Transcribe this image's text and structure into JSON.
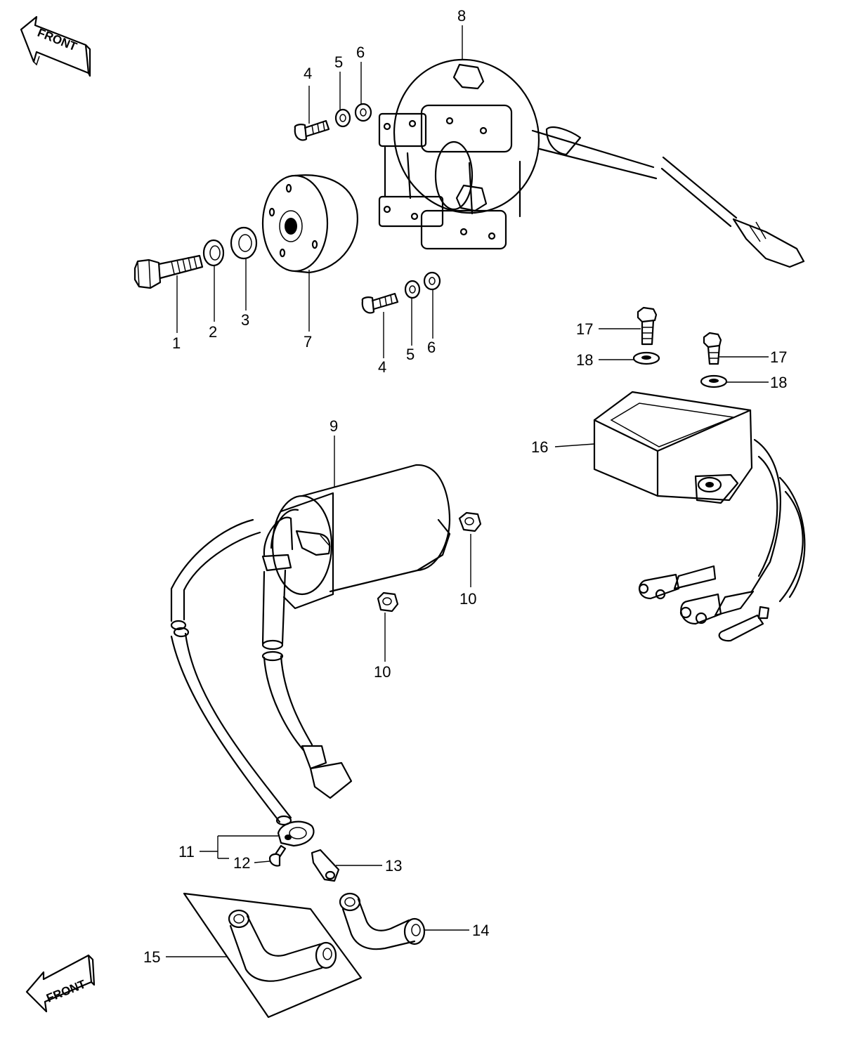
{
  "front_indicator": {
    "text": "FRONT",
    "icon": "front-arrow-icon"
  },
  "parts": [
    {
      "id": "p1",
      "number": "1"
    },
    {
      "id": "p2",
      "number": "2"
    },
    {
      "id": "p3",
      "number": "3"
    },
    {
      "id": "p4a",
      "number": "4"
    },
    {
      "id": "p4b",
      "number": "4"
    },
    {
      "id": "p5a",
      "number": "5"
    },
    {
      "id": "p5b",
      "number": "5"
    },
    {
      "id": "p6a",
      "number": "6"
    },
    {
      "id": "p6b",
      "number": "6"
    },
    {
      "id": "p7",
      "number": "7"
    },
    {
      "id": "p8",
      "number": "8"
    },
    {
      "id": "p9",
      "number": "9"
    },
    {
      "id": "p10a",
      "number": "10"
    },
    {
      "id": "p10b",
      "number": "10"
    },
    {
      "id": "p11",
      "number": "11"
    },
    {
      "id": "p12",
      "number": "12"
    },
    {
      "id": "p13",
      "number": "13"
    },
    {
      "id": "p14",
      "number": "14"
    },
    {
      "id": "p15",
      "number": "15"
    },
    {
      "id": "p16",
      "number": "16"
    },
    {
      "id": "p17a",
      "number": "17"
    },
    {
      "id": "p17b",
      "number": "17"
    },
    {
      "id": "p18a",
      "number": "18"
    },
    {
      "id": "p18b",
      "number": "18"
    }
  ]
}
